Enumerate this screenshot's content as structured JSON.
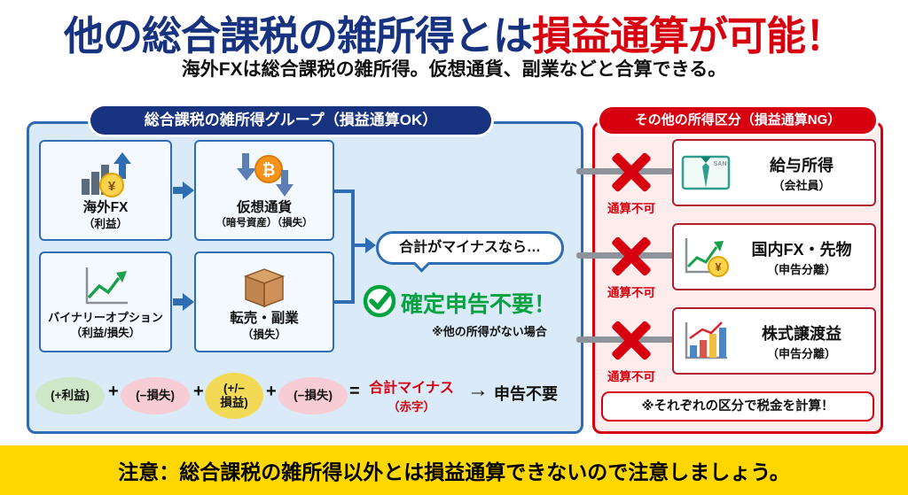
{
  "colors": {
    "title_blue": "#17327e",
    "accent_red": "#d7000f",
    "panel_blue": "#2e6db4",
    "panel_blue_bg": "#daeaf8",
    "panel_red_bg": "#fdecec",
    "green": "#00a33e",
    "yellow_bar": "#ffd700",
    "gray_connector": "#8d949c"
  },
  "header": {
    "title_blue": "他の総合課税の雑所得とは",
    "title_red": "損益通算が可能！",
    "subtitle": "海外FXは総合課税の雑所得。仮想通貨、副業などと合算できる。"
  },
  "left_panel": {
    "header": "総合課税の雑所得グループ（損益通算OK）",
    "boxes": [
      {
        "line1": "海外FX",
        "line2": "（利益）"
      },
      {
        "line1": "仮想通貨",
        "line2": "（暗号資産）（損失）"
      },
      {
        "line1": "バイナリーオプション",
        "line2": "（利益/損失）"
      },
      {
        "line1": "転売・副業",
        "line2": "（損失）"
      }
    ],
    "bubble": "合計がマイナスなら…",
    "result": "確定申告不要！",
    "result_note": "※他の所得がない場合",
    "formula": {
      "chip1": "(+利益)",
      "op1": "+",
      "chip2": "(−損失)",
      "op2": "+",
      "chip3_line1": "(+/−",
      "chip3_line2": "損益)",
      "op3": "+",
      "chip4": "(−損失)",
      "equals": "=",
      "result_line1": "合計マイナス",
      "result_line2": "（赤字）",
      "arrow": "→",
      "conclusion": "申告不要"
    }
  },
  "right_panel": {
    "header": "その他の所得区分（損益通算NG）",
    "rows": [
      {
        "x_label": "通算不可",
        "title": "給与所得",
        "sub": "（会社員）"
      },
      {
        "x_label": "通算不可",
        "title": "国内FX・先物",
        "sub": "（申告分離）"
      },
      {
        "x_label": "通算不可",
        "title": "株式譲渡益",
        "sub": "（申告分離）"
      }
    ],
    "note": "※それぞれの区分で税金を計算！"
  },
  "footer": {
    "text": "注意：総合課税の雑所得以外とは損益通算できないので注意しましょう。"
  },
  "icons": {
    "yen": "¥",
    "btc": "₿",
    "card_text": "SAN"
  }
}
